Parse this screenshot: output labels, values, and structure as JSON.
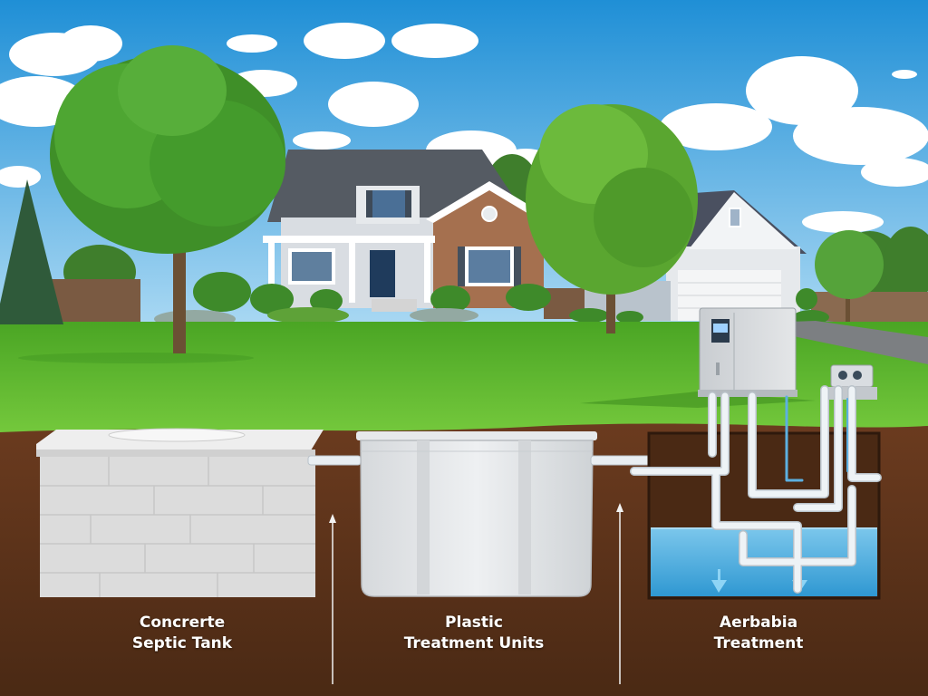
{
  "captions": {
    "concrete": [
      "Concrerte",
      "Septic Tank"
    ],
    "plastic": [
      "Plastic",
      "Treatment Units"
    ],
    "aerobic": [
      "Aerbabia",
      "Treatment"
    ]
  },
  "colors": {
    "sky_top": "#1f8fd6",
    "sky_bottom": "#9fd3f2",
    "lawn": "#5cb82e",
    "soil": "#5a321a",
    "concrete": "#dcdcdc",
    "plastic_tank": "#e6e8ea",
    "water": "#3aa6dc",
    "pipe": "#e9eef2",
    "brick": "#a5704f",
    "roof": "#555b63"
  }
}
